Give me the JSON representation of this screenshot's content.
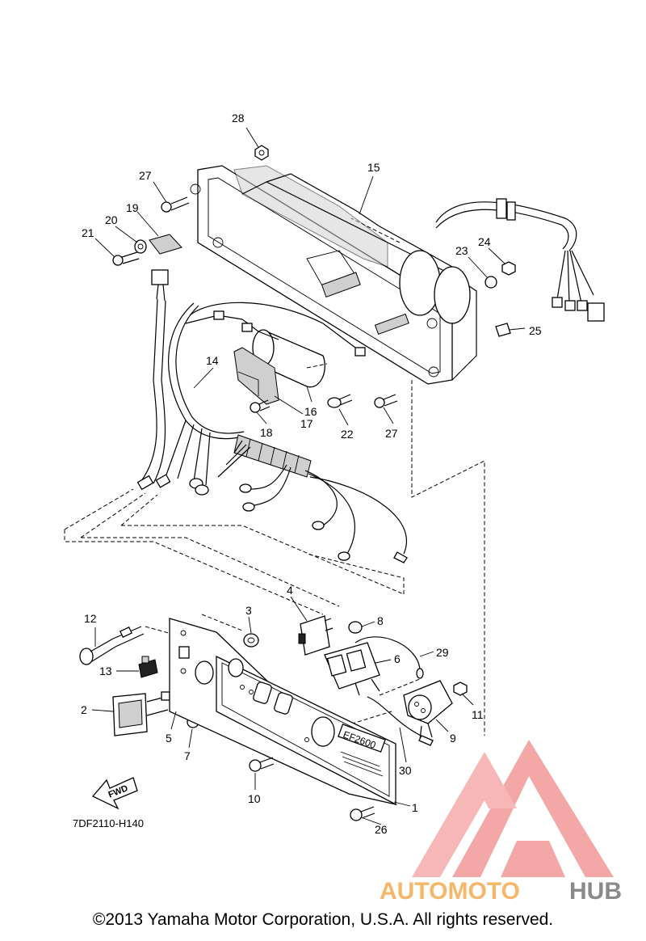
{
  "callouts": [
    {
      "id": "28",
      "label": "28"
    },
    {
      "id": "27a",
      "label": "27"
    },
    {
      "id": "15",
      "label": "15"
    },
    {
      "id": "19",
      "label": "19"
    },
    {
      "id": "20",
      "label": "20"
    },
    {
      "id": "21",
      "label": "21"
    },
    {
      "id": "24",
      "label": "24"
    },
    {
      "id": "23",
      "label": "23"
    },
    {
      "id": "25",
      "label": "25"
    },
    {
      "id": "14",
      "label": "14"
    },
    {
      "id": "17",
      "label": "17"
    },
    {
      "id": "18",
      "label": "18"
    },
    {
      "id": "16",
      "label": "16"
    },
    {
      "id": "22",
      "label": "22"
    },
    {
      "id": "27b",
      "label": "27"
    },
    {
      "id": "12",
      "label": "12"
    },
    {
      "id": "3",
      "label": "3"
    },
    {
      "id": "4",
      "label": "4"
    },
    {
      "id": "8",
      "label": "8"
    },
    {
      "id": "29",
      "label": "29"
    },
    {
      "id": "6",
      "label": "6"
    },
    {
      "id": "13",
      "label": "13"
    },
    {
      "id": "11",
      "label": "11"
    },
    {
      "id": "2",
      "label": "2"
    },
    {
      "id": "5",
      "label": "5"
    },
    {
      "id": "9",
      "label": "9"
    },
    {
      "id": "7",
      "label": "7"
    },
    {
      "id": "30",
      "label": "30"
    },
    {
      "id": "10",
      "label": "10"
    },
    {
      "id": "1",
      "label": "1"
    },
    {
      "id": "26",
      "label": "26"
    }
  ],
  "panel_label": "EF2600",
  "fwd_label": "FWD",
  "drawing_code": "7DF2110-H140",
  "watermark": {
    "part1": "AUTOMOTO",
    "part2": "HUB",
    "color_red": "#f08a8a",
    "color_orange": "#f5b86a",
    "color_gray": "#8a8a8a"
  },
  "copyright": "©2013 Yamaha Motor Corporation, U.S.A. All rights reserved."
}
